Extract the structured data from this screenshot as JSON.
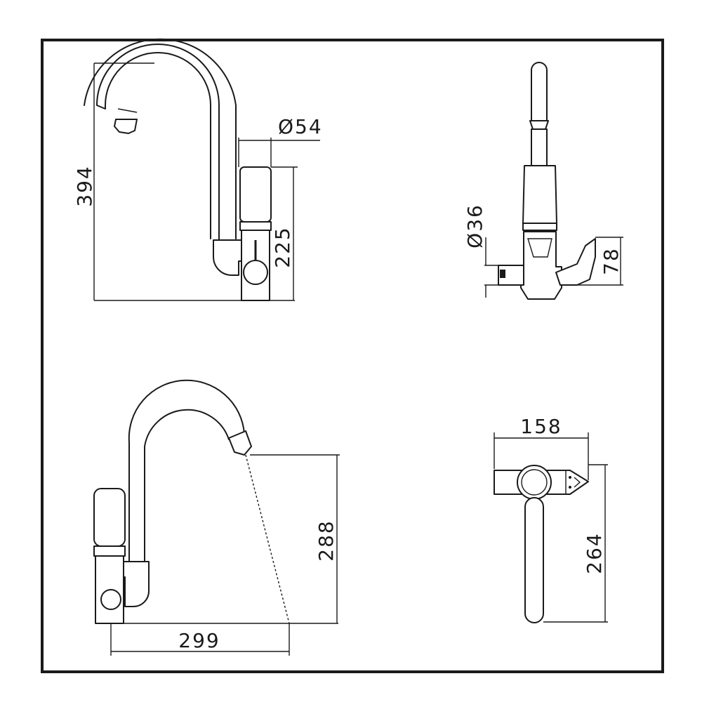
{
  "dimensions": {
    "front_height": "394",
    "base_diameter": "Ø54",
    "body_height": "225",
    "side_diameter": "Ø36",
    "side_height": "78",
    "spout_height": "288",
    "spout_reach": "299",
    "top_width": "158",
    "top_length": "264"
  }
}
